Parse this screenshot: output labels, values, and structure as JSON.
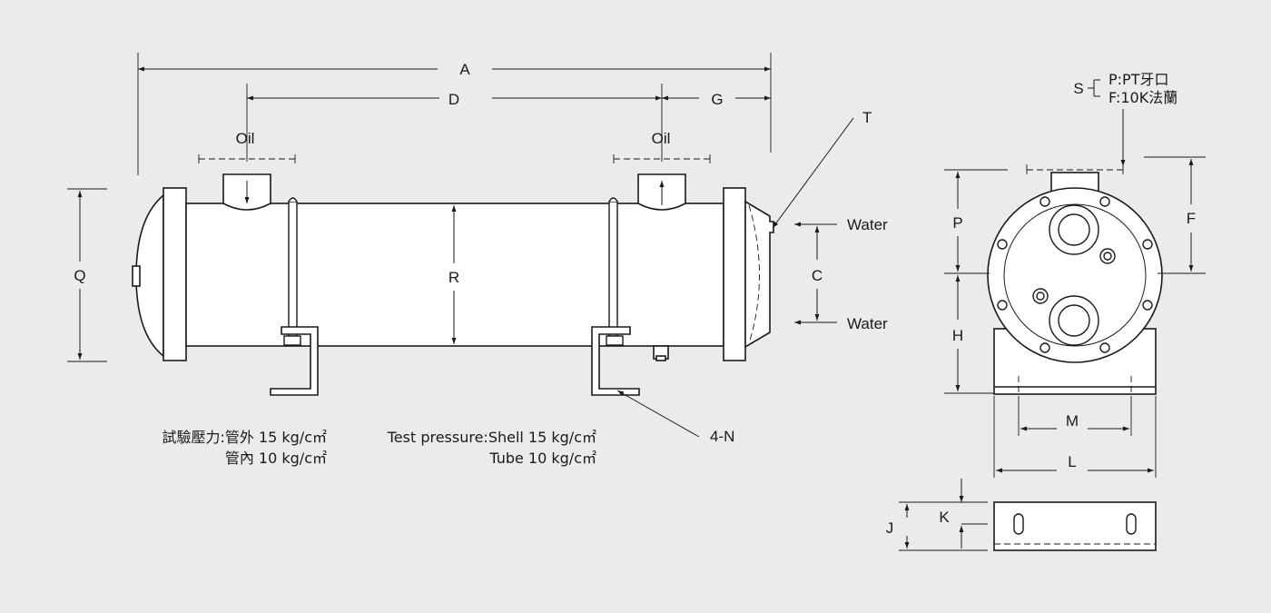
{
  "dimensions": {
    "A": "A",
    "D": "D",
    "G": "G",
    "Q": "Q",
    "R": "R",
    "C": "C",
    "T": "T",
    "P": "P",
    "H": "H",
    "F": "F",
    "M": "M",
    "L": "L",
    "J": "J",
    "K": "K",
    "S": "S",
    "N": "4-N"
  },
  "ports": {
    "oil_left": "Oil",
    "oil_right": "Oil",
    "water_top": "Water",
    "water_bottom": "Water"
  },
  "connection_types": {
    "p_option": "P:PT牙口",
    "f_option": "F:10K法蘭"
  },
  "test_pressure": {
    "zh_title": "試驗壓力:管外 15 kg/c㎡",
    "zh_tube": "管內 10 kg/c㎡",
    "en_title": "Test pressure:Shell 15 kg/c㎡",
    "en_tube": "Tube 10 kg/c㎡"
  },
  "colors": {
    "background": "#ebebeb",
    "line": "#1a1a1a"
  }
}
